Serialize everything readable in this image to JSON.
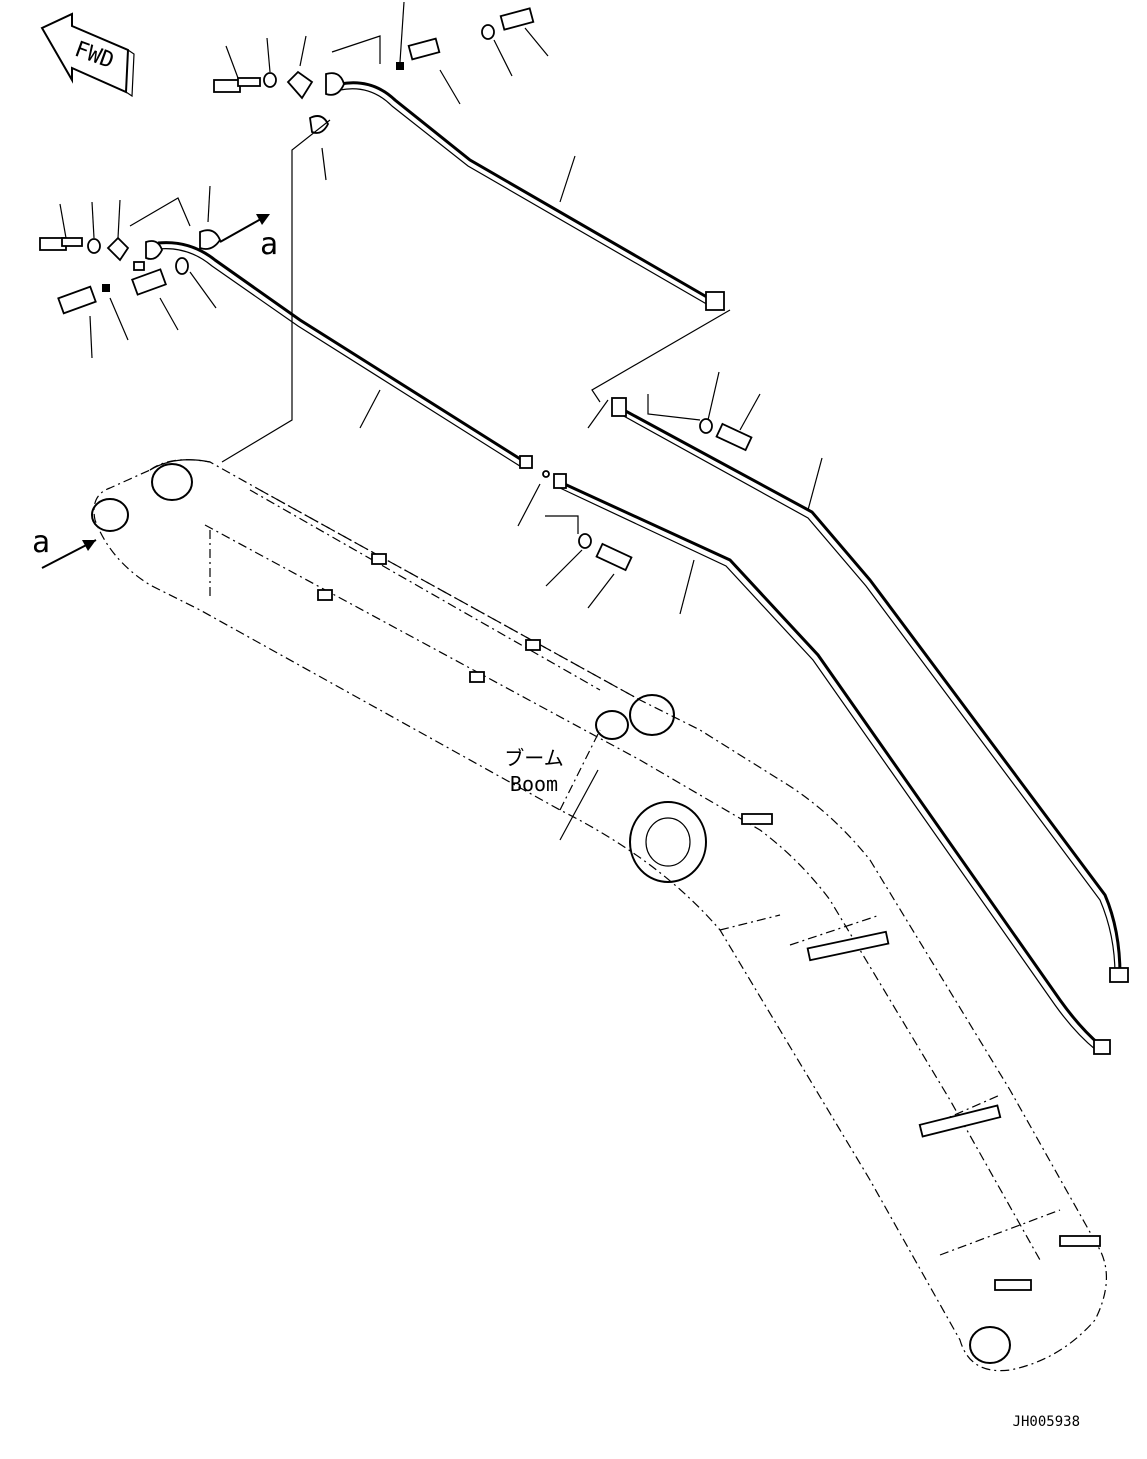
{
  "diagram": {
    "fwd_label": "FWD",
    "view_marker": "a",
    "boom_label_jp": "ブーム",
    "boom_label_en": "Boom",
    "drawing_number": "JH005938"
  }
}
